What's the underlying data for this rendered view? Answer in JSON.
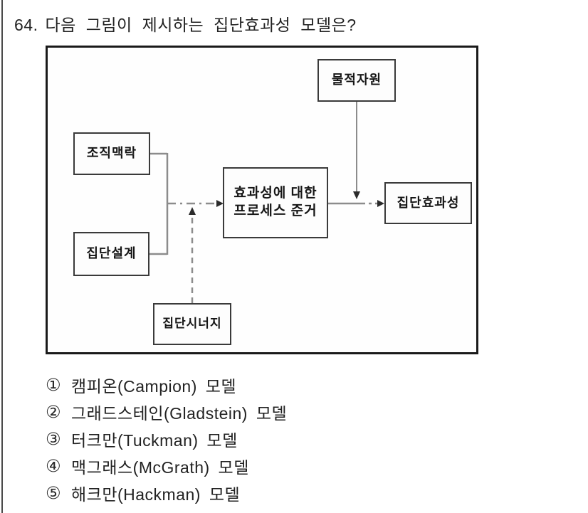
{
  "question": {
    "number": "64.",
    "text": "다음 그림이 제시하는 집단효과성 모델은?"
  },
  "diagram": {
    "boxes": {
      "material_resources": "물적자원",
      "organizational_context": "조직맥락",
      "group_design": "집단설계",
      "process_criteria_line1": "효과성에 대한",
      "process_criteria_line2": "프로세스 준거",
      "group_effectiveness": "집단효과성",
      "group_synergy": "집단시너지"
    },
    "colors": {
      "frame_border": "#1a1a1a",
      "box_border": "#3a3a3a",
      "connector": "#8c8c8c",
      "arrowhead": "#2b2b2b"
    }
  },
  "options": [
    {
      "num": "①",
      "label": "캠피온(Campion) 모델"
    },
    {
      "num": "②",
      "label": "그래드스테인(Gladstein) 모델"
    },
    {
      "num": "③",
      "label": "터크만(Tuckman) 모델"
    },
    {
      "num": "④",
      "label": "맥그래스(McGrath) 모델"
    },
    {
      "num": "⑤",
      "label": "해크만(Hackman) 모델"
    }
  ]
}
